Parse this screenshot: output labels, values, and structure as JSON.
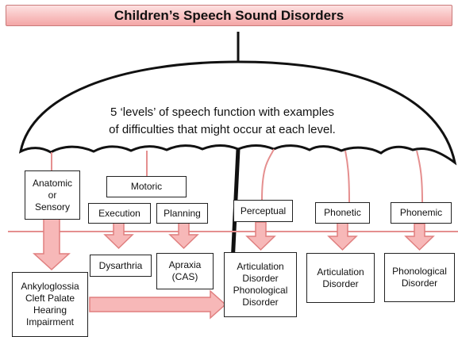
{
  "title": "Children’s Speech Sound Disorders",
  "umbrella_text": "5 ‘levels’ of speech function with examples\nof difficulties that might occur at each level.",
  "levels": {
    "anatomic": "Anatomic\nor\nSensory",
    "motoric": "Motoric",
    "execution": "Execution",
    "planning": "Planning",
    "perceptual": "Perceptual",
    "phonetic": "Phonetic",
    "phonemic": "Phonemic"
  },
  "disorders": {
    "dysarthria": "Dysarthria",
    "apraxia": "Apraxia\n(CAS)",
    "articulation_phonological": "Articulation\nDisorder\nPhonological\nDisorder",
    "articulation": "Articulation\nDisorder",
    "phonological": "Phonological\nDisorder",
    "anatomic_examples": "Ankyloglossia\nCleft Palate\nHearing\nImpairment"
  },
  "colors": {
    "arrow_fill": "#f7b8b8",
    "arrow_stroke": "#e07f7f",
    "line": "#e58f8f"
  }
}
